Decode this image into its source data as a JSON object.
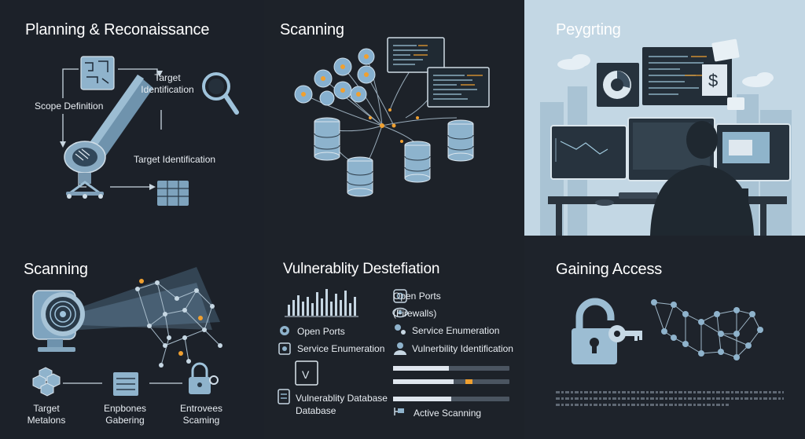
{
  "panels": {
    "planning": {
      "title": "Planning & Reconaissance",
      "labels": {
        "target_identification_top": "Target\nIdentification",
        "scope_definition": "Scope Definition",
        "target_identification_bottom": "Target Identification"
      }
    },
    "scanning_top": {
      "title": "Scanning"
    },
    "peygrting": {
      "title": "Peygrting"
    },
    "scanning_bottom": {
      "title": "Scanning",
      "labels": {
        "target_metrics": "Target\nMetalons",
        "enpbones_gathering": "Enpbones\nGabering",
        "entrovees_scanning": "Entrovees\nScaming"
      }
    },
    "vulnerability": {
      "title": "Vulnerablity Destefiation",
      "right_list": [
        "Open Ports",
        "(Firewalls)",
        "Service Enumeration",
        "Vulnerbility Identification"
      ],
      "left_list": [
        "Open Ports",
        "Service Enumeration"
      ],
      "database_label": "Vulnerablity Database\nDatabase",
      "active_scanning": "Active Scanning",
      "progress": [
        0.48,
        0.52,
        0.5
      ],
      "accent_segment": [
        0.62,
        0.68
      ]
    },
    "gaining": {
      "title": "Gaining Access"
    }
  },
  "colors": {
    "background": "#1d222a",
    "accent_blue": "#8fb6cf",
    "accent_orange": "#f0a030",
    "light_panel": "#bcd3e0"
  },
  "icons": [
    "magnifier-icon",
    "padlock-key-icon",
    "server-stack-icon",
    "eye-icon",
    "target-icon",
    "radar-icon"
  ]
}
